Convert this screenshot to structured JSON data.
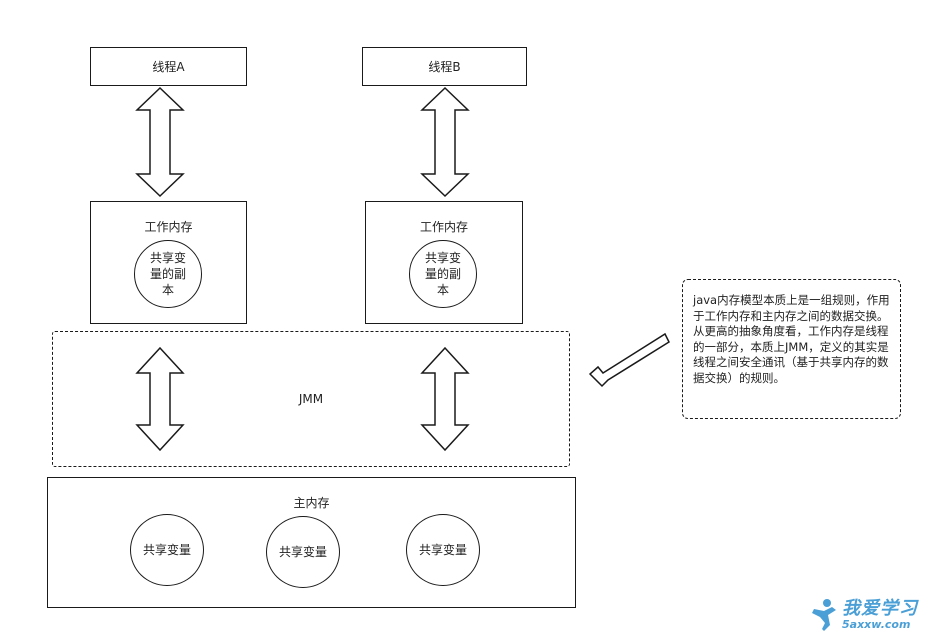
{
  "diagram": {
    "thread_a": {
      "title": "线程A"
    },
    "thread_b": {
      "title": "线程B"
    },
    "working_memory_a": {
      "title": "工作内存",
      "copy": "共享变量的副本"
    },
    "working_memory_b": {
      "title": "工作内存",
      "copy": "共享变量的副本"
    },
    "jmm": {
      "label": "JMM"
    },
    "main_memory": {
      "title": "主内存",
      "variables": [
        "共享变量",
        "共享变量",
        "共享变量"
      ]
    },
    "note": {
      "text": "java内存模型本质上是一组规则，作用于工作内存和主内存之间的数据交换。从更高的抽象角度看，工作内存是线程的一部分，本质上JMM，定义的其实是线程之间安全通讯（基于共享内存的数据交换）的规则。"
    }
  },
  "watermark": {
    "title": "我爱学习",
    "url": "5axxw.com",
    "color": "#4a9fd6"
  }
}
